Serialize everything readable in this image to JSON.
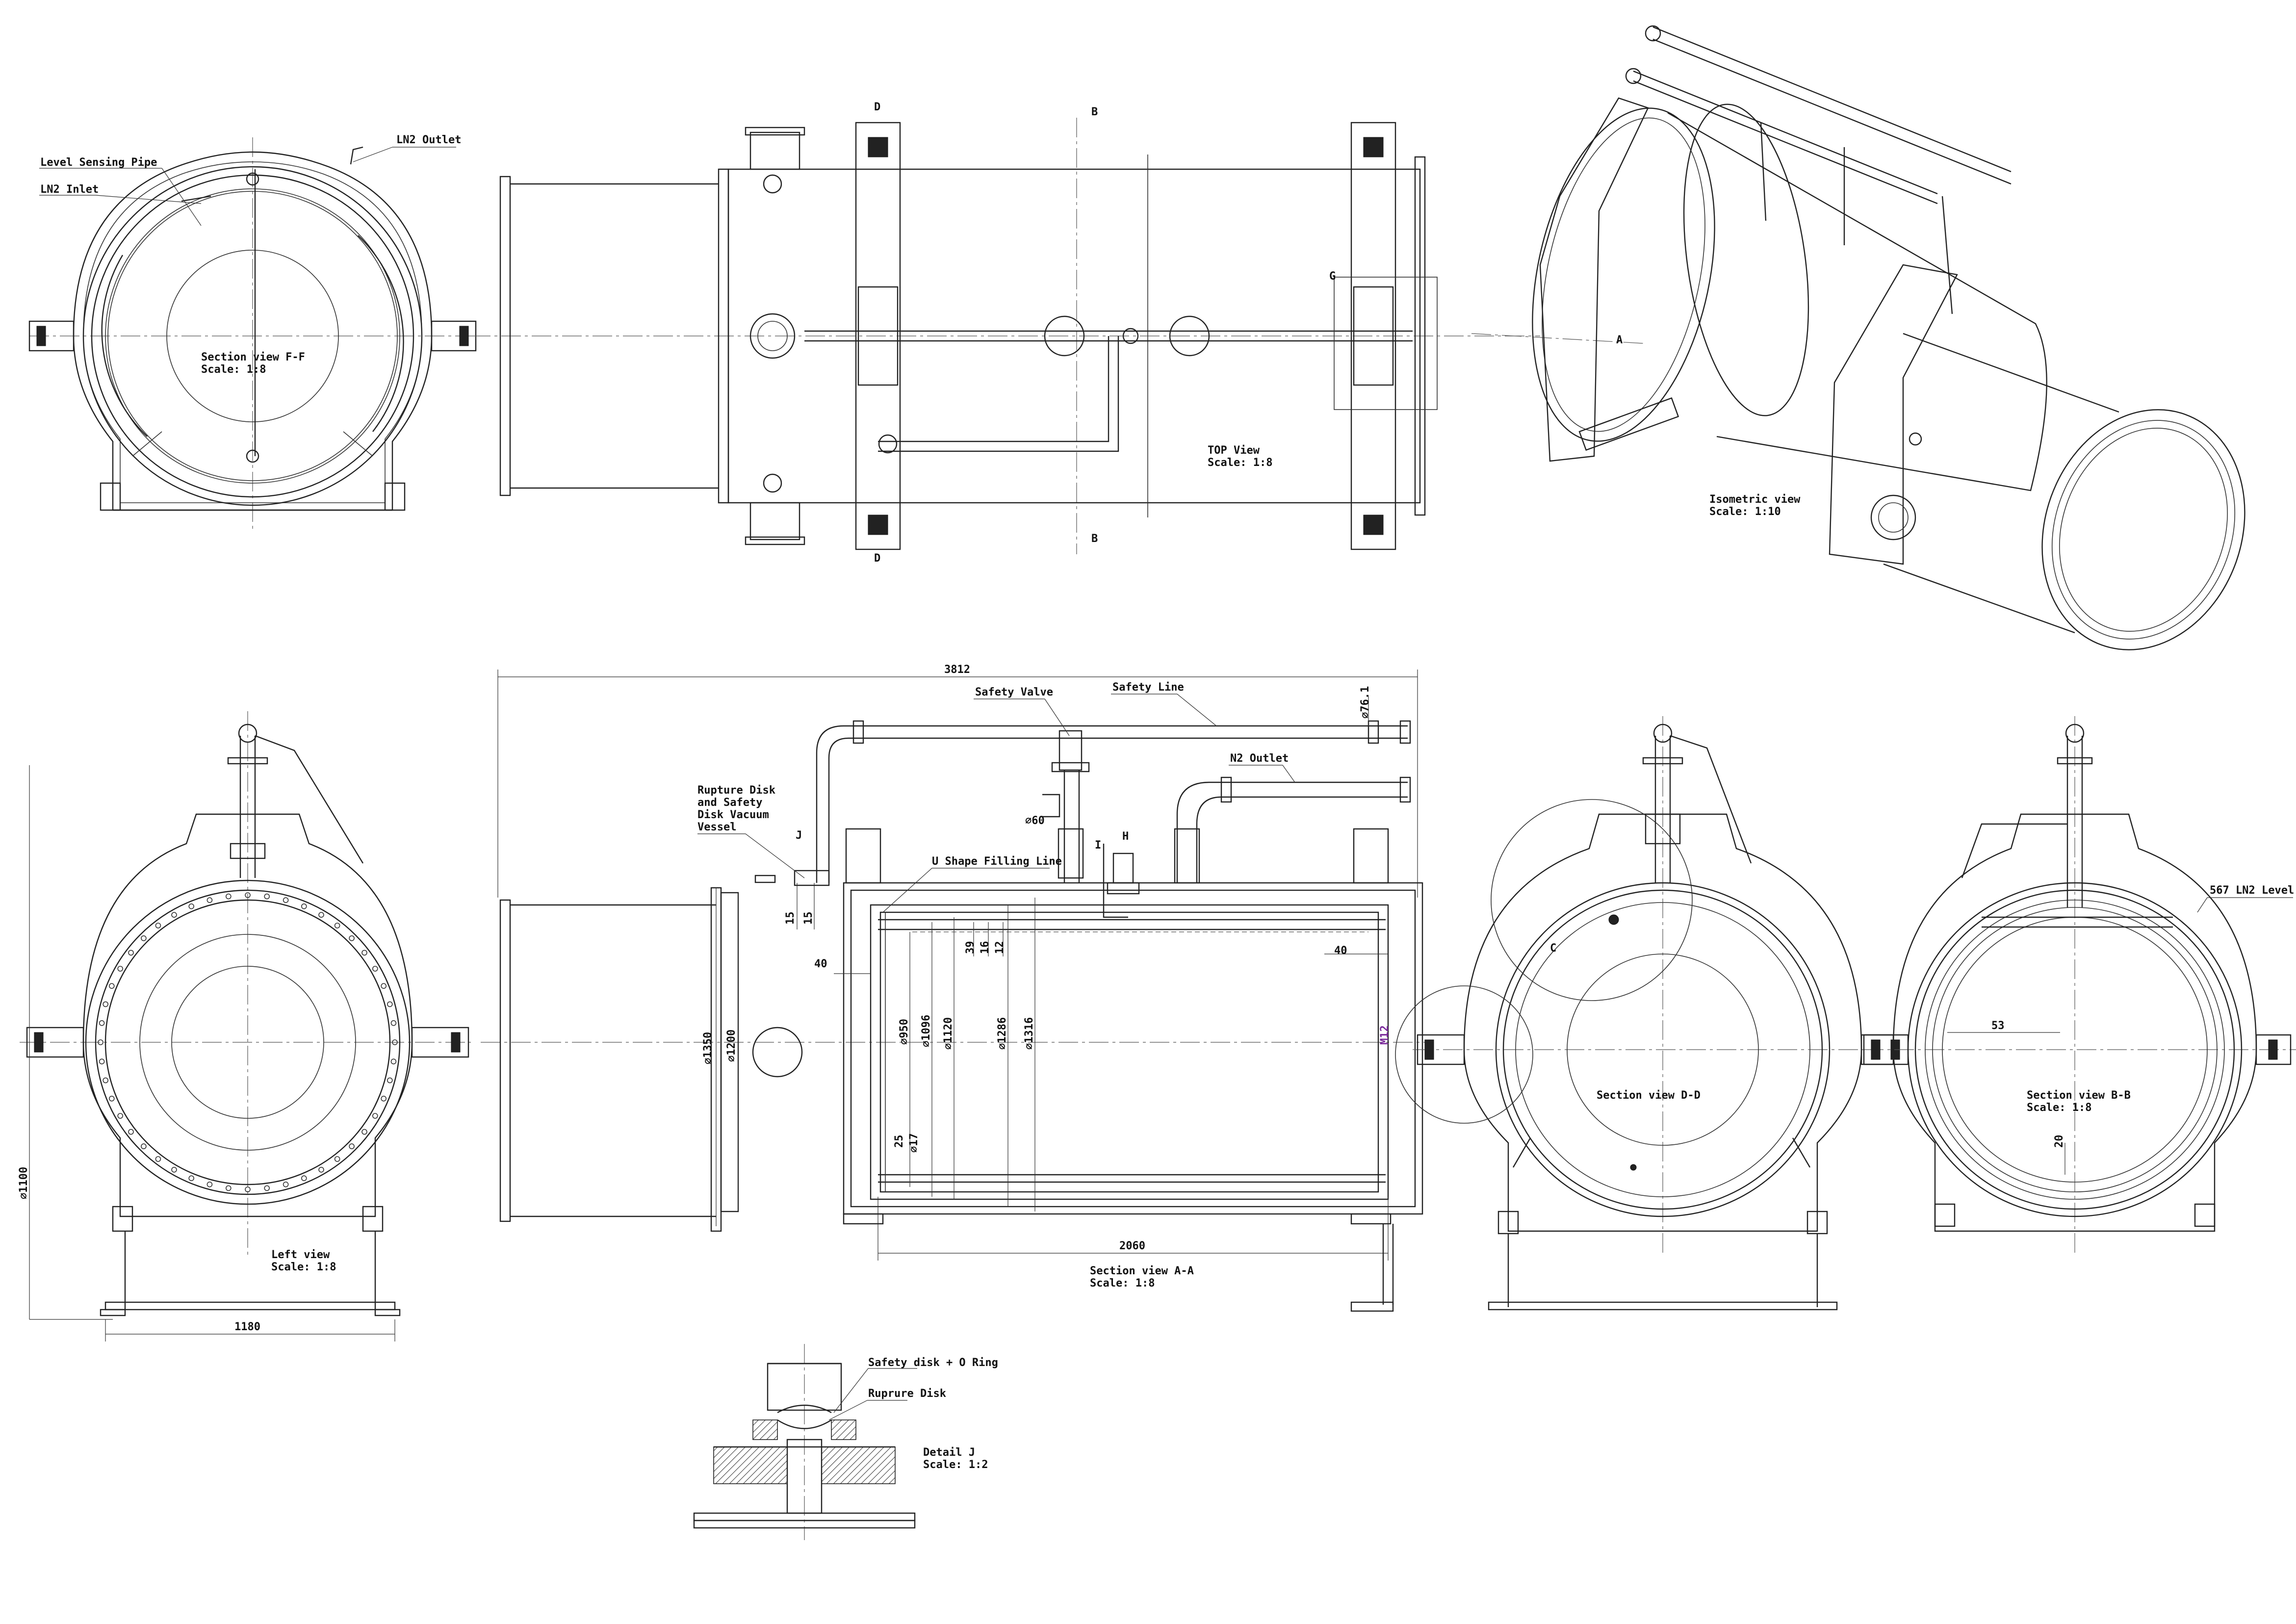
{
  "views": {
    "section_ff": {
      "name": "Section view F-F",
      "scale": "Scale:  1:8"
    },
    "top": {
      "name": "TOP View",
      "scale": "Scale:  1:8"
    },
    "isometric": {
      "name": "Isometric view",
      "scale": "Scale:  1:10"
    },
    "left": {
      "name": "Left view",
      "scale": "Scale:  1:8"
    },
    "section_aa": {
      "name": "Section view A-A",
      "scale": "Scale:  1:8"
    },
    "section_dd": {
      "name": "Section view D-D"
    },
    "section_bb": {
      "name": "Section view B-B",
      "scale": "Scale:  1:8"
    },
    "detail_j": {
      "name": "Detail J",
      "scale": "Scale:  1:2"
    }
  },
  "callouts": {
    "ln2_outlet": "LN2 Outlet",
    "level_sensing_pipe": "Level Sensing Pipe",
    "ln2_inlet": "LN2 Inlet",
    "safety_valve": "Safety Valve",
    "safety_line": "Safety Line",
    "n2_outlet": "N2 Outlet",
    "rupture_disk_1": "Rupture Disk",
    "rupture_disk_2": "and Safety",
    "rupture_disk_3": "Disk Vacuum",
    "rupture_disk_4": "Vessel",
    "u_shape": "U Shape Filling Line",
    "ln2_level": "567 LN2 Level",
    "safety_disk_oring": "Safety disk + O Ring",
    "ruprure_disk": "Ruprure Disk"
  },
  "section_marks": {
    "d_top": "D",
    "d_bottom": "D",
    "b_top": "B",
    "b_bottom": "B",
    "g": "G",
    "a": "A",
    "j": "J",
    "h": "H",
    "i": "I",
    "c": "C"
  },
  "dimensions": {
    "overall_length": "3812",
    "pipe_dia": "⌀76.1",
    "dia_60": "⌀60",
    "d15a": "15",
    "d15b": "15",
    "d40a": "40",
    "d40b": "40",
    "d39": "39",
    "d16": "16",
    "d12": "12",
    "dia1350": "⌀1350",
    "dia1200": "⌀1200",
    "dia950": "⌀950",
    "dia1096": "⌀1096",
    "dia1120": "⌀1120",
    "dia1286": "⌀1286",
    "dia1316": "⌀1316",
    "d25": "25",
    "dia17": "⌀17",
    "m12": "M12",
    "d2060": "2060",
    "dia1100": "⌀1100",
    "d1180": "1180",
    "d53": "53",
    "d20": "20"
  }
}
